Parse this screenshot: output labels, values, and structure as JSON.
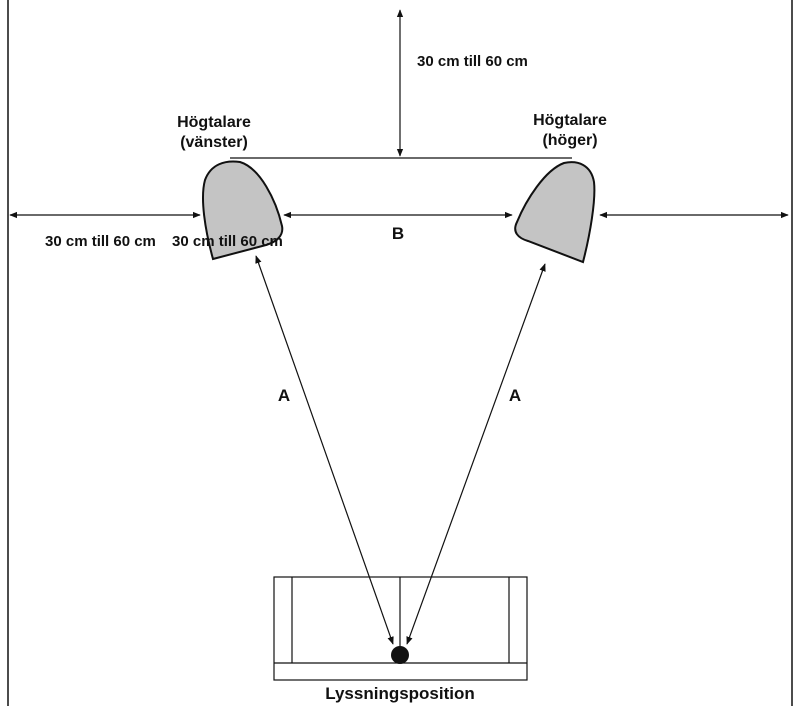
{
  "labels": {
    "top_gap": "30 cm till 60 cm",
    "left_speaker_line1": "Högtalare",
    "left_speaker_line2": "(vänster)",
    "right_speaker_line1": "Högtalare",
    "right_speaker_line2": "(höger)",
    "side_gap_left": "30 cm till 60 cm",
    "side_gap_mid": "30 cm till 60 cm",
    "distance_between": "B",
    "distance_left": "A",
    "distance_right": "A",
    "listening_position": "Lyssningsposition"
  },
  "colors": {
    "line": "#111111",
    "speaker_fill": "#c4c4c4",
    "background": "#ffffff"
  }
}
